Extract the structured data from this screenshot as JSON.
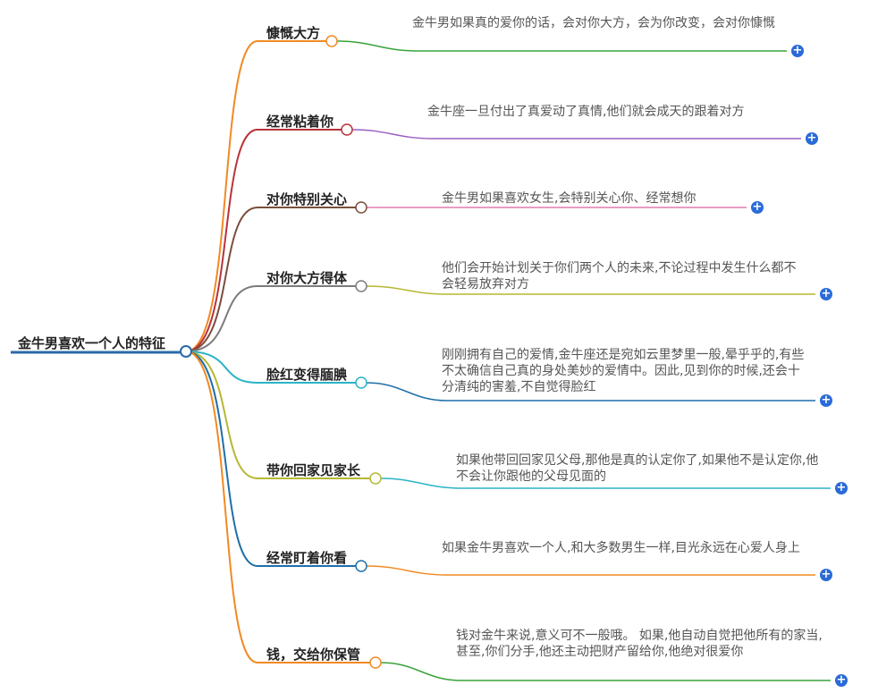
{
  "root": {
    "label": "金牛男喜欢一个人的特征"
  },
  "icons": {
    "expand": "plus-icon"
  },
  "colors": {
    "root": "#2b6aa6",
    "branches": [
      "#f08a24",
      "#b8333a",
      "#7a4e3c",
      "#7b7b7b",
      "#2bb3c8",
      "#b5b832",
      "#1f6fa8",
      "#f08a24"
    ],
    "leaves": [
      "#3aa23a",
      "#9a5fc1",
      "#e07db0",
      "#b5b832",
      "#1f6fa8",
      "#2bb3c8",
      "#f08a24",
      "#3aa23a"
    ]
  },
  "branches": [
    {
      "label": "慷慨大方",
      "detail": "金牛男如果真的爱你的话，会对你大方，会为你改变，会对你慷慨"
    },
    {
      "label": "经常粘着你",
      "detail": "金牛座一旦付出了真爱动了真情,他们就会成天的跟着对方"
    },
    {
      "label": "对你特别关心",
      "detail": "金牛男如果喜欢女生,会特别关心你、经常想你"
    },
    {
      "label": "对你大方得体",
      "detail": "他们会开始计划关于你们两个人的未来,不论过程中发生什么都不会轻易放弃对方"
    },
    {
      "label": "脸红变得腼腆",
      "detail": "刚刚拥有自己的爱情,金牛座还是宛如云里梦里一般,晕乎乎的,有些不太确信自己真的身处美妙的爱情中。因此,见到你的时候,还会十分清纯的害羞,不自觉得脸红"
    },
    {
      "label": "带你回家见家长",
      "detail": "如果他带回回家见父母,那他是真的认定你了,如果他不是认定你,他不会让你跟他的父母见面的"
    },
    {
      "label": "经常盯着你看",
      "detail": "如果金牛男喜欢一个人,和大多数男生一样,目光永远在心爱人身上"
    },
    {
      "label": "钱，交给你保管",
      "detail": "钱对金牛来说,意义可不一般哦。 如果,他自动自觉把他所有的家当,甚至,你们分手,他还主动把财产留给你,他绝对很爱你"
    }
  ]
}
